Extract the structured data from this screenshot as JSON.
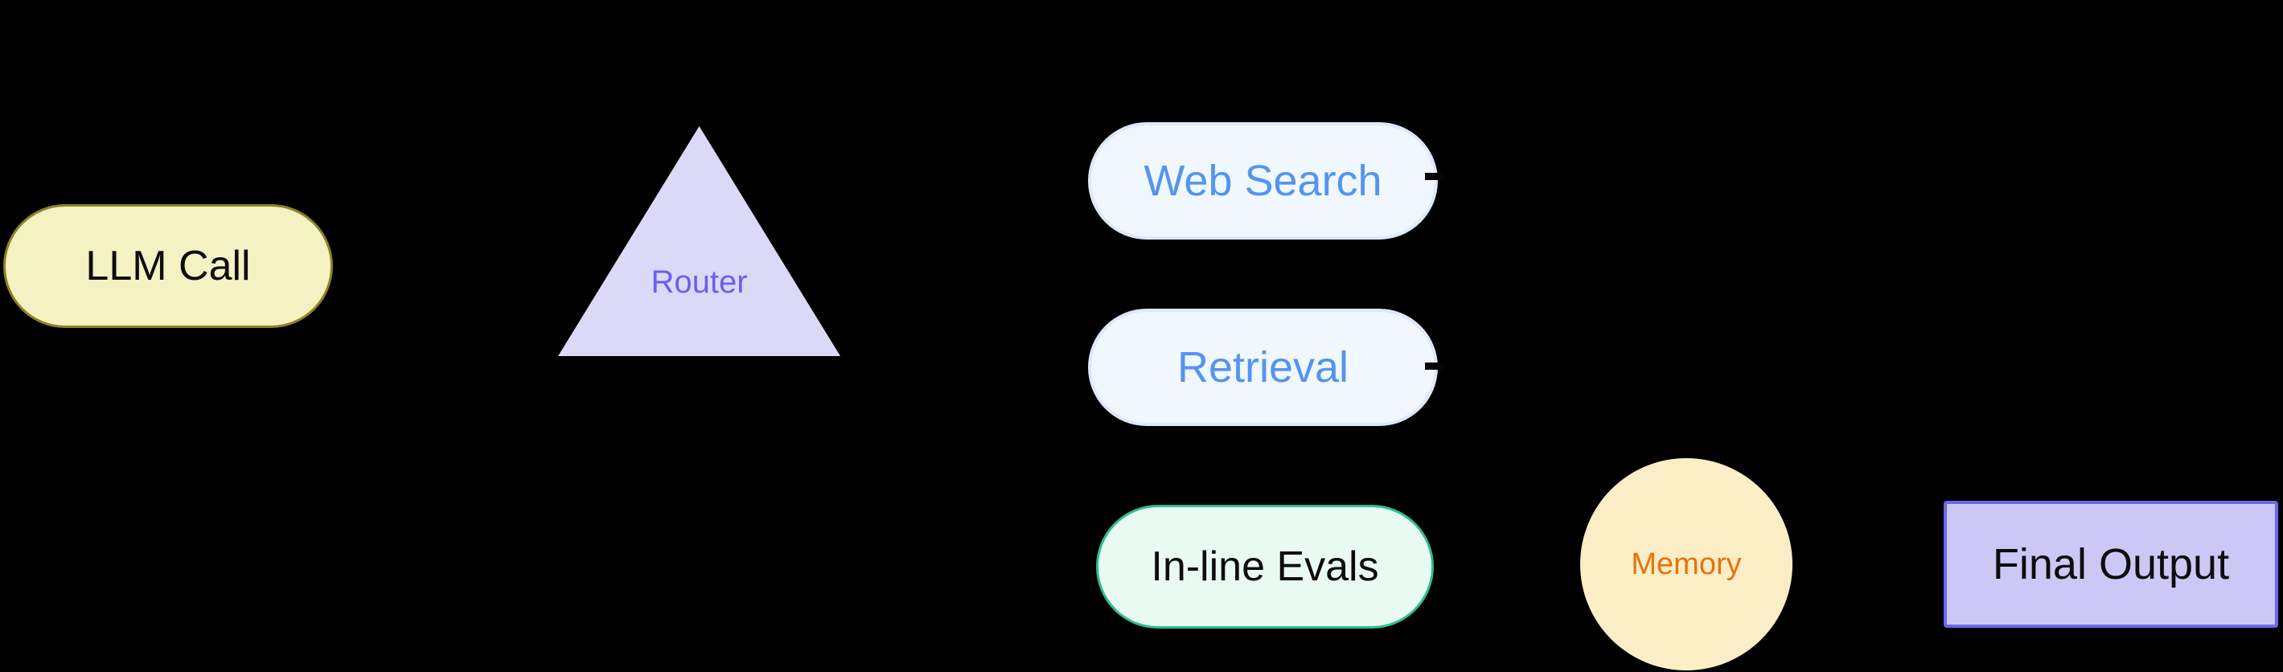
{
  "diagram": {
    "background_color": "#000000",
    "nodes": {
      "llm_call": {
        "label": "LLM Call",
        "shape": "pill",
        "fill": "#f4f1c2",
        "border": "#8e821f",
        "text_color": "#0d0d0d"
      },
      "router": {
        "label": "Router",
        "shape": "triangle",
        "fill": "#dcd9f8",
        "text_color": "#6b5fe9"
      },
      "web_search": {
        "label": "Web Search",
        "shape": "pill",
        "fill": "#f1f7fe",
        "border": "#dde8fb",
        "text_color": "#5395ef"
      },
      "retrieval": {
        "label": "Retrieval",
        "shape": "pill",
        "fill": "#f1f7fe",
        "border": "#dde8fb",
        "text_color": "#5395ef"
      },
      "inline_evals": {
        "label": "In-line Evals",
        "shape": "pill",
        "fill": "#e9faf3",
        "border": "#2ebd92",
        "text_color": "#0d0d0d"
      },
      "memory": {
        "label": "Memory",
        "shape": "circle",
        "fill": "#fbeec6",
        "text_color": "#e6730d"
      },
      "final_output": {
        "label": "Final Output",
        "shape": "rectangle",
        "fill": "#cdc7f6",
        "border": "#6c66ee",
        "text_color": "#0d0d0d"
      }
    },
    "edge_color": "#000000"
  }
}
